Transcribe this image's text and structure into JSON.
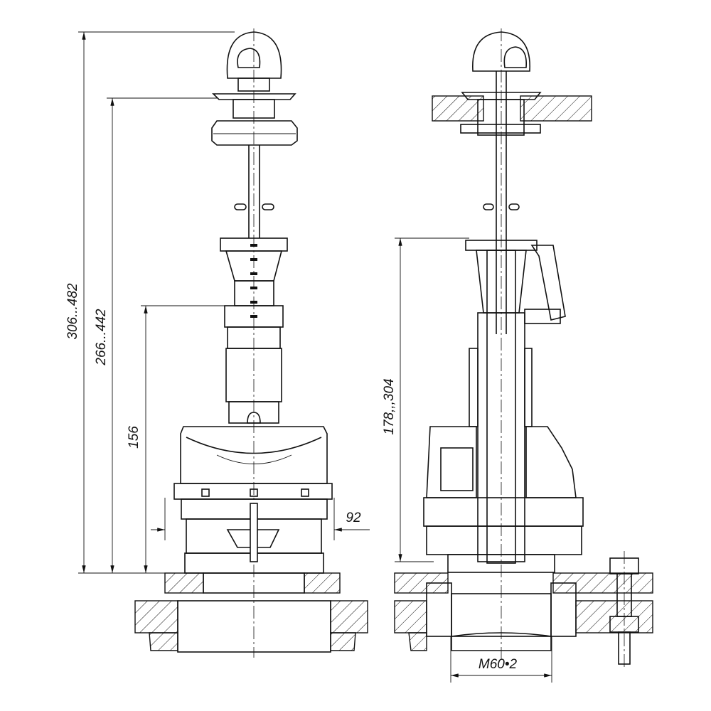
{
  "dimensions": {
    "overall_height": "306...482",
    "mount_height": "266...442",
    "valve_height": "156",
    "base_width": "92",
    "overflow_height": "178,,,304",
    "thread": "M60•2"
  },
  "colors": {
    "line": "#111111",
    "background": "#ffffff"
  }
}
